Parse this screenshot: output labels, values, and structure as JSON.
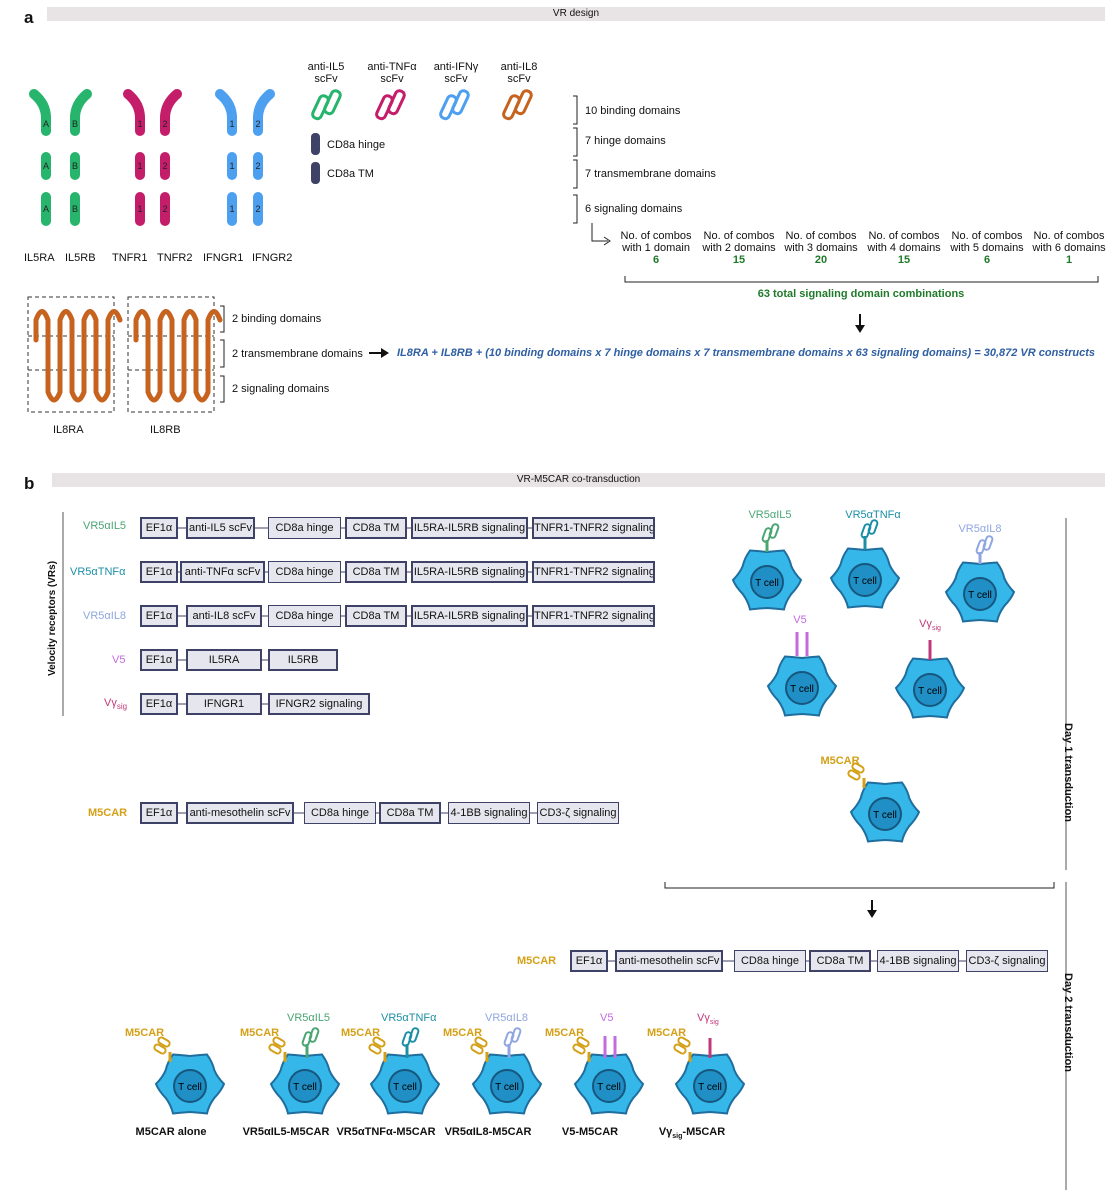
{
  "panel_a": {
    "letter": "a",
    "banner": "VR design",
    "receptor_names": [
      "IL5RA",
      "IL5RB",
      "TNFR1",
      "TNFR2",
      "IFNGR1",
      "IFNGR2"
    ],
    "domain_letters": {
      "il5ra": "A",
      "il5rb": "B",
      "left": "1",
      "right": "2"
    },
    "scfv_labels": [
      {
        "line1": "anti-IL5",
        "line2": "scFv"
      },
      {
        "line1": "anti-TNFα",
        "line2": "scFv"
      },
      {
        "line1": "anti-IFNγ",
        "line2": "scFv"
      },
      {
        "line1": "anti-IL8",
        "line2": "scFv"
      }
    ],
    "legend": {
      "hinge": "CD8a hinge",
      "tm": "CD8a TM"
    },
    "domain_counts": [
      "10 binding domains",
      "7 hinge domains",
      "7 transmembrane domains",
      "6 signaling domains"
    ],
    "combos": [
      {
        "line1": "No. of combos",
        "line2": "with 1 domain",
        "count": "6"
      },
      {
        "line1": "No. of combos",
        "line2": "with 2 domains",
        "count": "15"
      },
      {
        "line1": "No. of combos",
        "line2": "with 3 domains",
        "count": "20"
      },
      {
        "line1": "No. of combos",
        "line2": "with 4 domains",
        "count": "15"
      },
      {
        "line1": "No. of combos",
        "line2": "with 5 domains",
        "count": "6"
      },
      {
        "line1": "No. of combos",
        "line2": "with 6 domains",
        "count": "1"
      }
    ],
    "combo_total": "63 total signaling domain combinations",
    "il8_labels": [
      "2 binding domains",
      "2 transmembrane domains",
      "2 signaling domains"
    ],
    "il8_names": [
      "IL8RA",
      "IL8RB"
    ],
    "formula": "IL8RA + IL8RB + (10 binding domains x 7 hinge domains x 7 transmembrane domains x 63 signaling domains) = 30,872 VR constructs"
  },
  "panel_b": {
    "letter": "b",
    "banner": "VR-M5CAR co-transduction",
    "vr_axis_label": "Velocity receptors (VRs)",
    "constructs": [
      {
        "name": "VR5αIL5",
        "color": "#4aa573",
        "boxes": [
          "EF1α",
          "anti-IL5 scFv",
          "CD8a hinge",
          "CD8a TM",
          "IL5RA-IL5RB signaling",
          "TNFR1-TNFR2 signaling"
        ]
      },
      {
        "name": "VR5αTNFα",
        "color": "#1b8fa6",
        "boxes": [
          "EF1α",
          "anti-TNFα scFv",
          "CD8a hinge",
          "CD8a TM",
          "IL5RA-IL5RB signaling",
          "TNFR1-TNFR2 signaling"
        ]
      },
      {
        "name": "VR5αIL8",
        "color": "#8fa6e0",
        "boxes": [
          "EF1α",
          "anti-IL8 scFv",
          "CD8a hinge",
          "CD8a TM",
          "IL5RA-IL5RB signaling",
          "TNFR1-TNFR2 signaling"
        ]
      },
      {
        "name": "V5",
        "color": "#c56be0",
        "boxes": [
          "EF1α",
          "IL5RA",
          "IL5RB"
        ]
      },
      {
        "name": "Vγ",
        "sub": "sig",
        "color": "#c2387a",
        "boxes": [
          "EF1α",
          "IFNGR1",
          "IFNGR2 signaling"
        ]
      }
    ],
    "m5car": {
      "name": "M5CAR",
      "color": "#d4a017",
      "boxes": [
        "EF1α",
        "anti-mesothelin scFv",
        "CD8a hinge",
        "CD8a TM",
        "4-1BB signaling",
        "CD3-ζ signaling"
      ]
    },
    "cell_label": "T cell",
    "day1_cells": [
      {
        "label": "VR5αIL5",
        "color": "#4aa573"
      },
      {
        "label": "VR5αTNFα",
        "color": "#1b8fa6"
      },
      {
        "label": "VR5αIL8",
        "color": "#8fa6e0"
      },
      {
        "label": "V5",
        "color": "#c56be0"
      },
      {
        "label": "Vγ",
        "sub": "sig",
        "color": "#c2387a"
      },
      {
        "label": "M5CAR",
        "color": "#d4a017"
      }
    ],
    "day1_label": "Day 1 transduction",
    "day2_label": "Day 2 transduction",
    "final_cells": [
      {
        "car": "M5CAR",
        "vr": "",
        "name": "M5CAR alone"
      },
      {
        "car": "M5CAR",
        "vr": "VR5αIL5",
        "name": "VR5αIL5-M5CAR"
      },
      {
        "car": "M5CAR",
        "vr": "VR5αTNFα",
        "name": "VR5αTNFα-M5CAR"
      },
      {
        "car": "M5CAR",
        "vr": "VR5αIL8",
        "name": "VR5αIL8-M5CAR"
      },
      {
        "car": "M5CAR",
        "vr": "V5",
        "name": "V5-M5CAR"
      },
      {
        "car": "M5CAR",
        "vr": "Vγ",
        "vr_sub": "sig",
        "name_main": "Vγ",
        "name_sub": "sig",
        "name_tail": "-M5CAR"
      }
    ]
  }
}
